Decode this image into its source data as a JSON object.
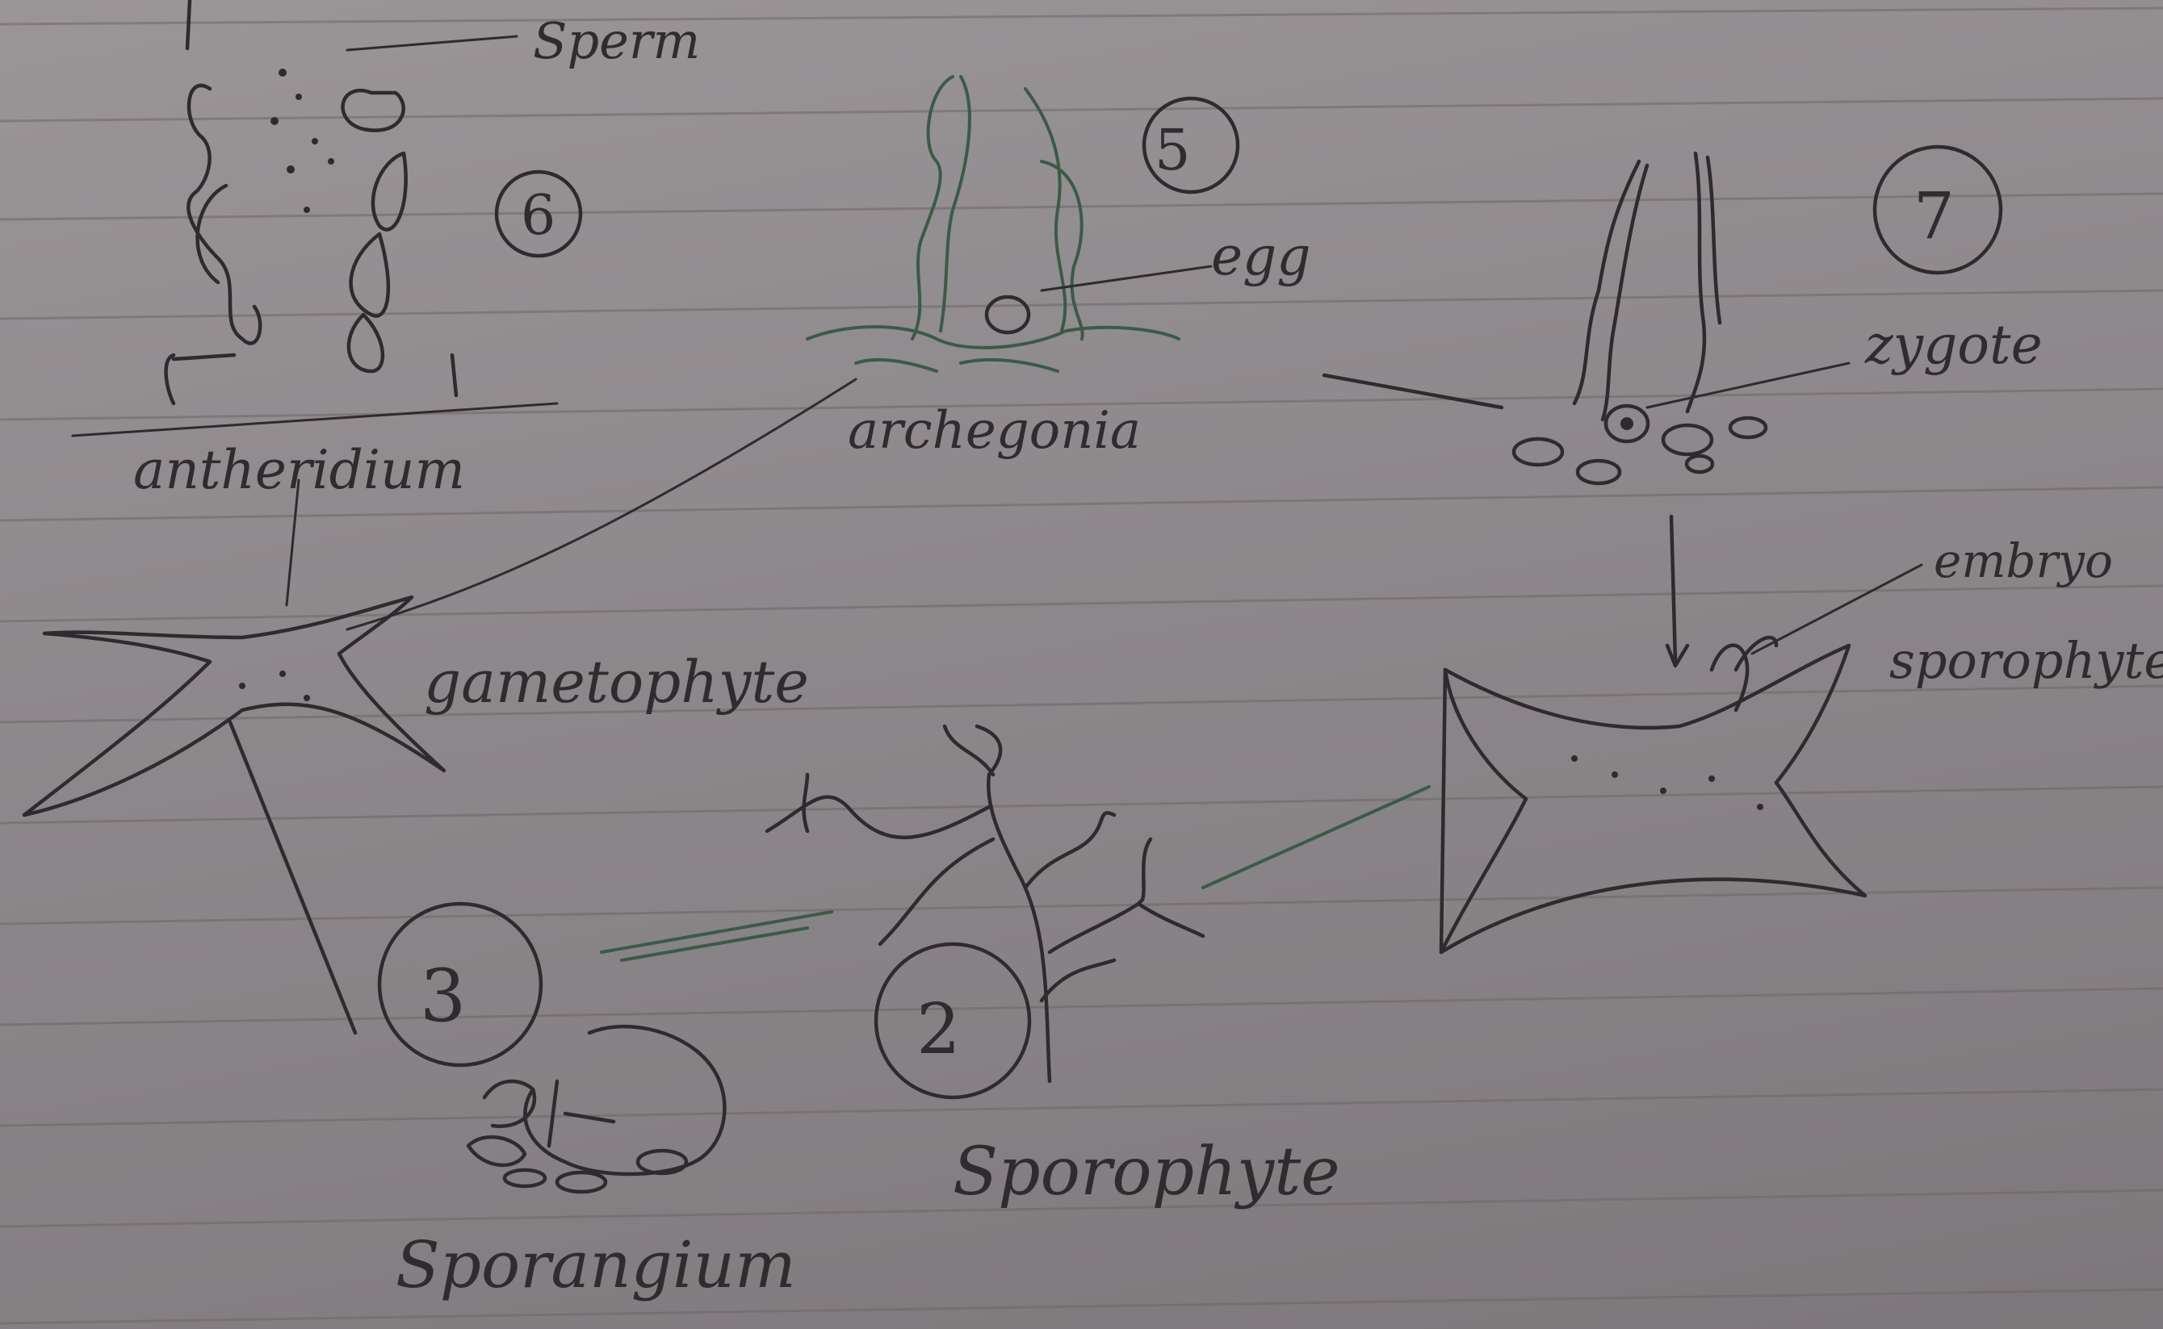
{
  "labels": {
    "sperm": "Sperm",
    "antheridium": "antheridium",
    "archegonia": "archegonia",
    "egg": "egg",
    "zygote": "zygote",
    "embryo": "embryo",
    "embryo_sporophyte": "sporophyte",
    "gametophyte": "gametophyte",
    "sporangium": "Sporangium",
    "sporophyte": "Sporophyte"
  },
  "stage_numbers": {
    "antheridium": "6",
    "archegonia": "5",
    "zygote": "7",
    "sporangium": "3",
    "sporophyte": "2"
  },
  "colors": {
    "paper": "#8f8a8c",
    "ink": "#2e2a2e",
    "green_ink": "#3b5a48"
  }
}
